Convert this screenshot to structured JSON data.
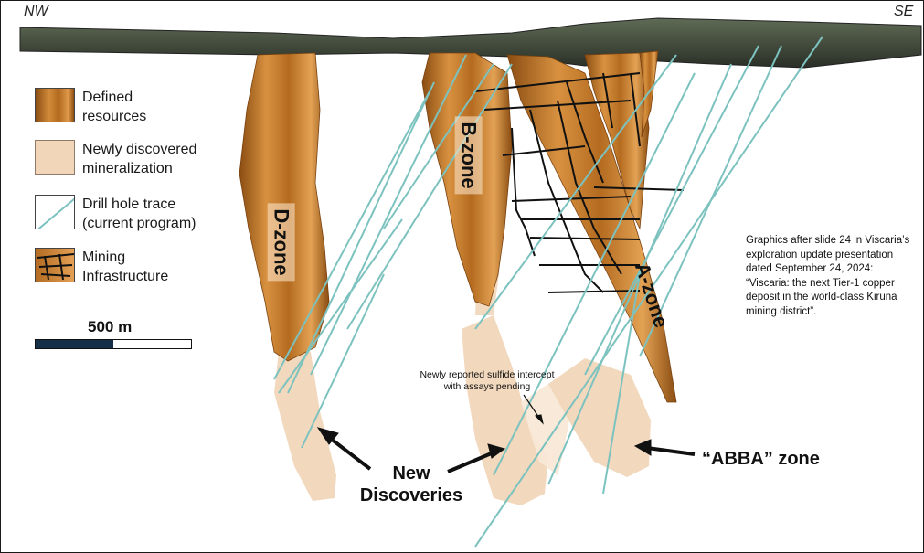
{
  "directions": {
    "left": "NW",
    "right": "SE"
  },
  "legend": [
    {
      "key": "defined",
      "label": "Defined\nresources"
    },
    {
      "key": "new",
      "label": "Newly discovered\nmineralization"
    },
    {
      "key": "drill",
      "label": "Drill hole trace\n(current program)"
    },
    {
      "key": "mining",
      "label": "Mining\nInfrastructure"
    }
  ],
  "scale": {
    "label": "500 m"
  },
  "zones": {
    "d": "D-zone",
    "b": "B-zone",
    "a": "A-zone"
  },
  "annotations": {
    "intercept": "Newly reported sulfide intercept\nwith assays pending",
    "new_discoveries": "New\nDiscoveries",
    "abba": "“ABBA” zone",
    "source_note": "Graphics after slide 24 in Viscaria’s exploration update presentation dated September 24, 2024: “Viscaria: the next Tier-1 copper deposit in the world-class Kiruna mining district”."
  },
  "colors": {
    "defined_resources": "#c98236",
    "new_mineralization": "#f1d6b9",
    "drill_trace": "#7cc2bf",
    "mining_infrastructure": "#111111",
    "surface": "#3a4136"
  }
}
